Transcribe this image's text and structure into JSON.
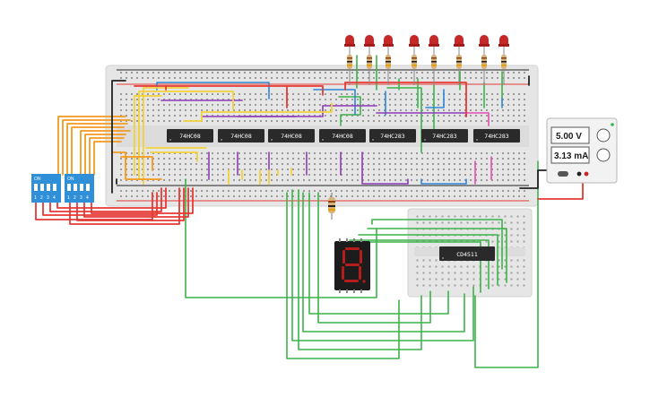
{
  "colors": {
    "breadboard": "#e6e6e6",
    "breadboard_edge": "#d2d2d2",
    "chip": "#2a2a2a",
    "wire_green": "#3db34a",
    "wire_orange": "#f39a1e",
    "wire_yellow": "#f3d23a",
    "wire_red": "#e53935",
    "wire_blue": "#2d86d6",
    "wire_purple": "#8e3bb8",
    "wire_black": "#222222",
    "wire_pink": "#e44bb0",
    "led_red": "#c62828",
    "dip_switch": "#2f8fd8",
    "seven_seg": "#1c1c1c",
    "seven_seg_lit": "#b71c1c",
    "psu_body": "#f2f2f2"
  },
  "chips": [
    {
      "label": "74HC08",
      "icon": "logic-ic"
    },
    {
      "label": "74HC08",
      "icon": "logic-ic"
    },
    {
      "label": "74HC08",
      "icon": "logic-ic"
    },
    {
      "label": "74HC08",
      "icon": "logic-ic"
    },
    {
      "label": "74HC283",
      "icon": "adder-ic"
    },
    {
      "label": "74HC283",
      "icon": "adder-ic"
    },
    {
      "label": "74HC283",
      "icon": "adder-ic"
    }
  ],
  "decoder_chip": {
    "label": "CD4511"
  },
  "power_supply": {
    "voltage": "5.00 V",
    "current": "3.13 mA"
  },
  "dip_switches": [
    {
      "on_label": "ON",
      "numbers": [
        "1",
        "2",
        "3",
        "4"
      ]
    },
    {
      "on_label": "ON",
      "numbers": [
        "1",
        "2",
        "3",
        "4"
      ]
    }
  ],
  "leds_count_label": "8",
  "seven_segment": {
    "digit": "8",
    "icon": "seven-segment-display"
  }
}
